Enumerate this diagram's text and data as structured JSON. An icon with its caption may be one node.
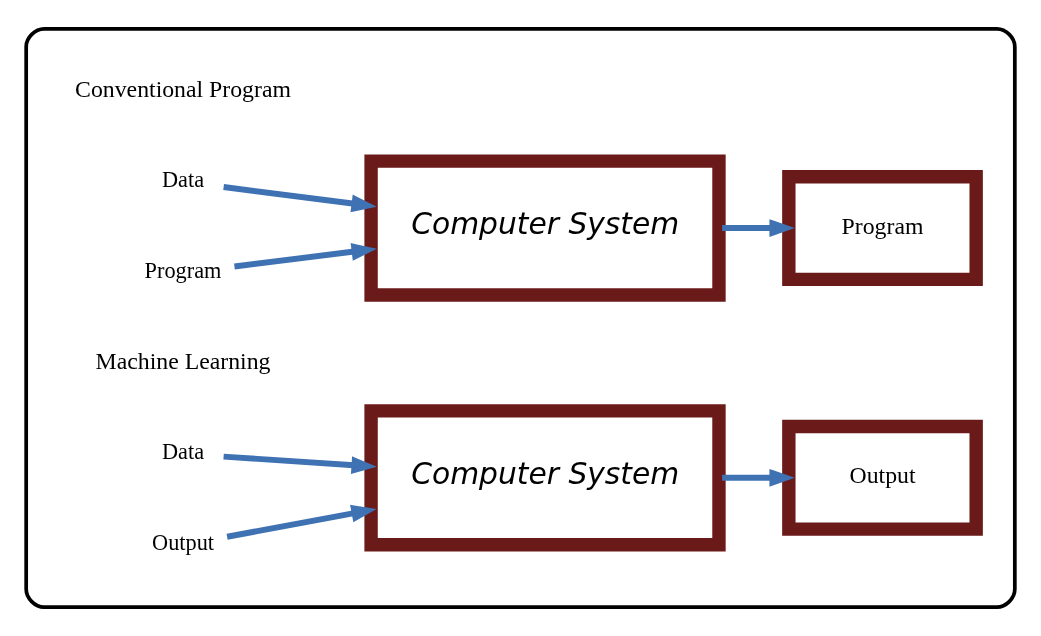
{
  "diagram": {
    "nodes": [
      {
        "text": [],
        "shape": "box"
      },
      {
        "text": [
          "Data"
        ],
        "in": 0
      },
      {
        "text": [
          "Program"
        ],
        "in": 0
      },
      {
        "text": [
          "Computer System"
        ],
        "in": 0
      },
      {
        "text": [
          "Program"
        ],
        "in": 0
      },
      {
        "text": [
          "Data"
        ],
        "in": 0
      },
      {
        "text": [
          "Output"
        ],
        "in": 0
      },
      {
        "text": [
          "Computer System"
        ],
        "in": 0
      },
      {
        "text": [
          "Output"
        ],
        "in": 0
      }
    ],
    "edges": [
      {
        "from": 1,
        "to": 3,
        "arrow": "to"
      },
      {
        "from": 2,
        "to": 3,
        "arrow": "to"
      },
      {
        "from": 3,
        "to": 4,
        "arrow": "to"
      },
      {
        "from": 5,
        "to": 7,
        "arrow": "to"
      },
      {
        "from": 6,
        "to": 7,
        "arrow": "to"
      },
      {
        "from": 7,
        "to": 8,
        "arrow": "to"
      }
    ],
    "labels": [
      "Conventional Program",
      "Machine Learning"
    ]
  }
}
